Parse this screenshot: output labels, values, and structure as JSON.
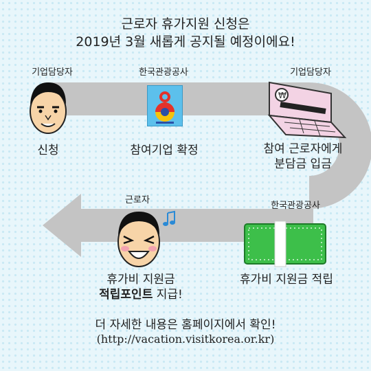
{
  "header": {
    "line1": "근로자 휴가지원 신청은",
    "line2": "2019년 3월 새롭게 공지될 예정이에요!"
  },
  "steps": [
    {
      "role": "기업담당자",
      "label": "신청"
    },
    {
      "role": "한국관광공사",
      "label": "참여기업 확정"
    },
    {
      "role": "기업담당자",
      "label_line1": "참여 근로자에게",
      "label_line2": "분담금 입금"
    },
    {
      "role": "한국관광공사",
      "label": "휴가비 지원금 적립"
    },
    {
      "role": "근로자",
      "label_line1": "휴가비 지원금",
      "label_bold": "적립포인트",
      "label_tail": " 지급!"
    }
  ],
  "footer": {
    "line1": "더 자세한 내용은 홈페이지에서 확인!",
    "line2": "(http://vacation.visitkorea.or.kr)"
  },
  "icons": {
    "worker_face": "face-icon",
    "stamp": "korea-tourism-logo-icon",
    "laptop": "laptop-icon",
    "money": "money-stack-icon",
    "note": "music-note-icon"
  },
  "colors": {
    "arrow": "#c4c4c4",
    "laptop": "#f3d3e4",
    "money": "#3dbf4a",
    "stamp_bg": "#5cc0ec"
  }
}
